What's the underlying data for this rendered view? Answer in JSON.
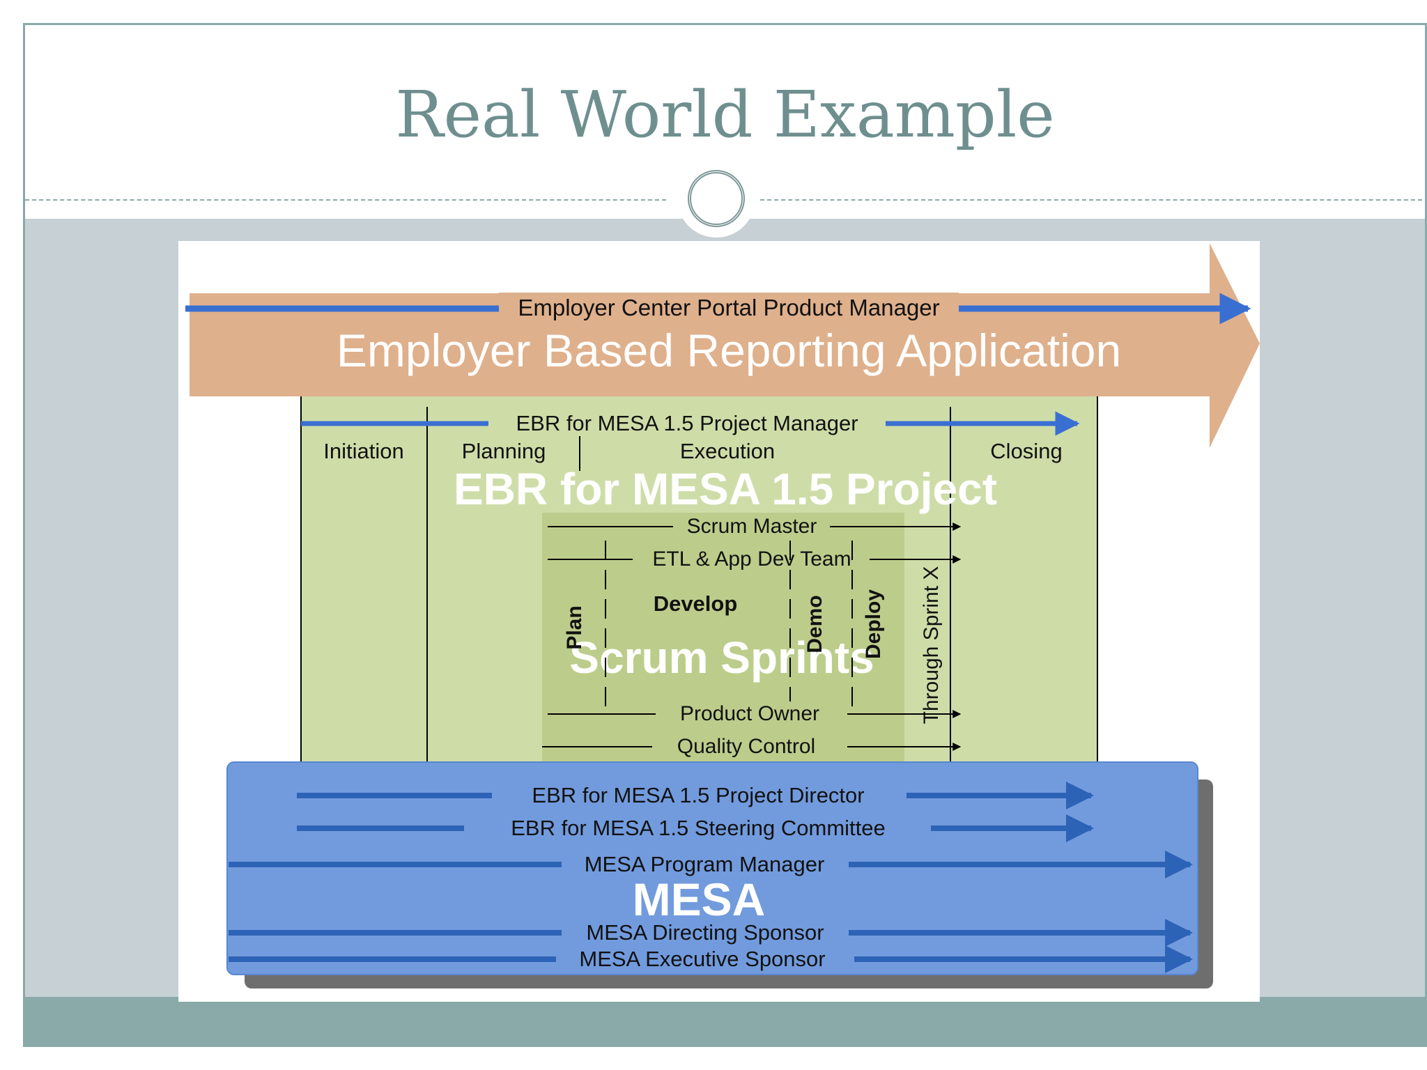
{
  "slide": {
    "title": "Real World Example"
  },
  "diagram": {
    "outer_bar": {
      "role": "Employer Center Portal Product Manager",
      "label": "Employer Based Reporting Application",
      "color": "#dfb08c"
    },
    "project": {
      "role": "EBR for MESA 1.5 Project Manager",
      "label": "EBR for MESA 1.5 Project",
      "phases": [
        "Initiation",
        "Planning",
        "Execution",
        "Closing"
      ],
      "color": "#cedda8"
    },
    "sprints": {
      "label": "Scrum Sprints",
      "roles_top": [
        "Scrum Master",
        "ETL & App Dev Team"
      ],
      "roles_bottom": [
        "Product Owner",
        "Quality Control"
      ],
      "steps": [
        "Plan",
        "Develop",
        "Demo",
        "Deploy"
      ],
      "repeat_label": "Through Sprint X",
      "color": "#bccd8b"
    },
    "mesa": {
      "label": "MESA",
      "roles": [
        "EBR for MESA 1.5 Project Director",
        "EBR for MESA 1.5 Steering Committee",
        "MESA Program Manager",
        "MESA Directing Sponsor",
        "MESA Executive Sponsor"
      ],
      "color": "#729bdd",
      "arrow_color": "#2d63b6"
    }
  }
}
